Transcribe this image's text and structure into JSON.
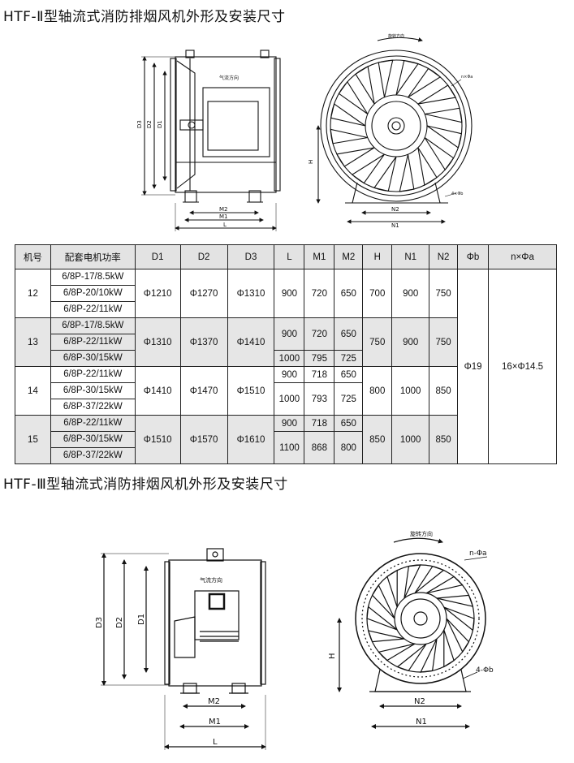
{
  "titles": {
    "t1": "HTF-Ⅱ型轴流式消防排烟风机外形及安装尺寸",
    "t2": "HTF-Ⅲ型轴流式消防排烟风机外形及安装尺寸"
  },
  "drawing_labels": {
    "d1": "D1",
    "d2": "D2",
    "d3": "D3",
    "m1": "M1",
    "m2": "M2",
    "l": "L",
    "h": "H",
    "n1": "N1",
    "n2": "N2",
    "airflow_dir": "气流方向",
    "rotation_dir": "旋转方向",
    "holes_small": "n×Φa",
    "holes_b_small": "4×Φb",
    "holes_large": "n-Φa",
    "holes_b_large": "4-Φb"
  },
  "table": {
    "headers": [
      "机号",
      "配套电机功率",
      "D1",
      "D2",
      "D3",
      "L",
      "M1",
      "M2",
      "H",
      "N1",
      "N2",
      "Φb",
      "n×Φa"
    ],
    "phi_b": "Φ19",
    "holes": "16×Φ14.5",
    "groups": [
      {
        "no": "12",
        "D1": "Φ1210",
        "D2": "Φ1270",
        "D3": "Φ1310",
        "H": "700",
        "N1": "900",
        "N2": "750",
        "motors": [
          "6/8P-17/8.5kW",
          "6/8P-20/10kW",
          "6/8P-22/11kW"
        ],
        "L": "900",
        "M1": "720",
        "M2": "650"
      },
      {
        "no": "13",
        "D1": "Φ1310",
        "D2": "Φ1370",
        "D3": "Φ1410",
        "H": "750",
        "N1": "900",
        "N2": "750",
        "motors_a": [
          "6/8P-17/8.5kW",
          "6/8P-22/11kW"
        ],
        "L_a": "900",
        "M1_a": "720",
        "M2_a": "650",
        "motors_b": [
          "6/8P-30/15kW"
        ],
        "L_b": "1000",
        "M1_b": "795",
        "M2_b": "725"
      },
      {
        "no": "14",
        "D1": "Φ1410",
        "D2": "Φ1470",
        "D3": "Φ1510",
        "H": "800",
        "N1": "1000",
        "N2": "850",
        "motors_a": [
          "6/8P-22/11kW"
        ],
        "L_a": "900",
        "M1_a": "718",
        "M2_a": "650",
        "motors_b": [
          "6/8P-30/15kW",
          "6/8P-37/22kW"
        ],
        "L_b": "1000",
        "M1_b": "793",
        "M2_b": "725"
      },
      {
        "no": "15",
        "D1": "Φ1510",
        "D2": "Φ1570",
        "D3": "Φ1610",
        "H": "850",
        "N1": "1000",
        "N2": "850",
        "motors_a": [
          "6/8P-22/11kW"
        ],
        "L_a": "900",
        "M1_a": "718",
        "M2_a": "650",
        "motors_b": [
          "6/8P-30/15kW",
          "6/8P-37/22kW"
        ],
        "L_b": "1100",
        "M1_b": "868",
        "M2_b": "800"
      }
    ]
  }
}
